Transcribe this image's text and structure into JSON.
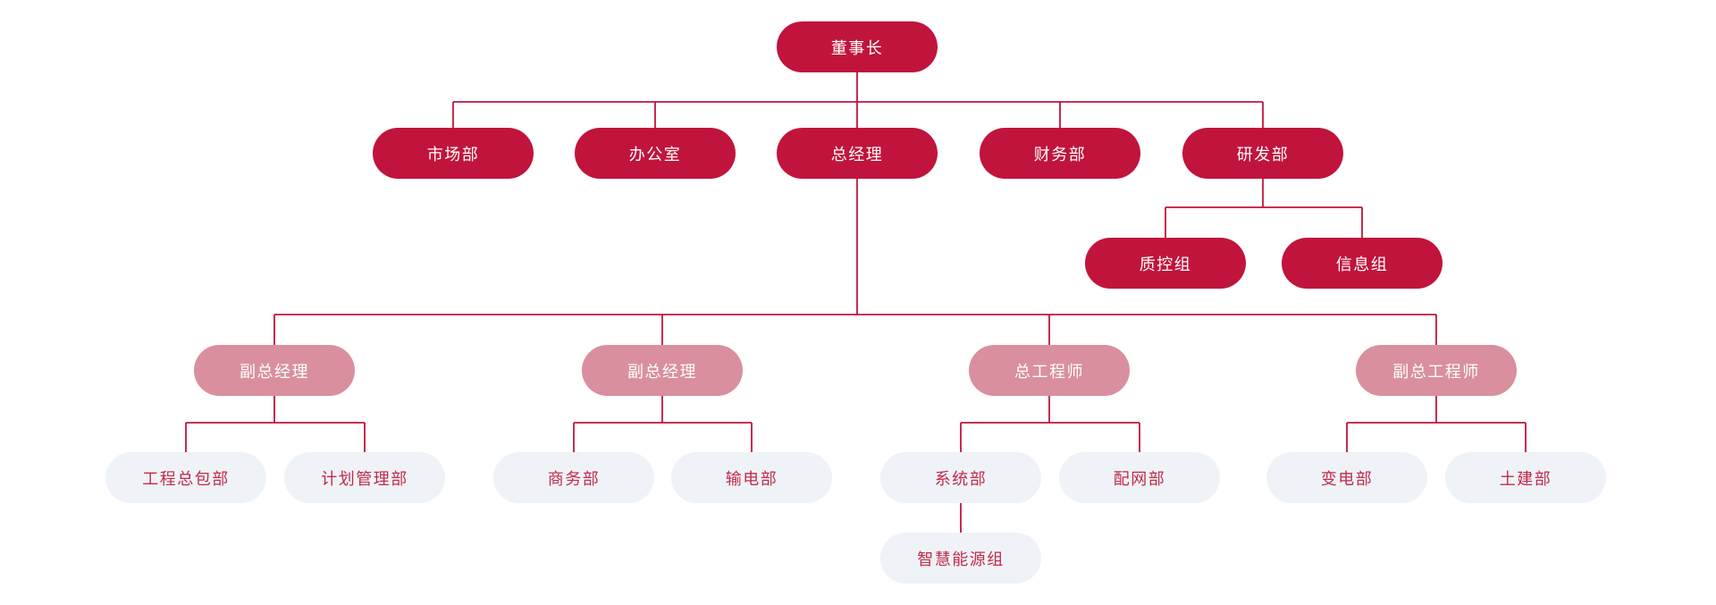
{
  "colors": {
    "background": "#ffffff",
    "node_dark": "#c0143c",
    "node_pink": "#d98f9e",
    "node_light": "#eff3f7",
    "text_on_dark": "#ffffff",
    "text_on_pink": "#ffffff",
    "text_on_light": "#c22b49",
    "connector": "#c0143c"
  },
  "org_chart": {
    "nodes": [
      {
        "id": "chairman",
        "label": "董事长",
        "variant": "dark",
        "parent": null
      },
      {
        "id": "marketing-dept",
        "label": "市场部",
        "variant": "dark",
        "parent": "chairman"
      },
      {
        "id": "office",
        "label": "办公室",
        "variant": "dark",
        "parent": "chairman"
      },
      {
        "id": "general-manager",
        "label": "总经理",
        "variant": "dark",
        "parent": "chairman"
      },
      {
        "id": "finance-dept",
        "label": "财务部",
        "variant": "dark",
        "parent": "chairman"
      },
      {
        "id": "rnd-dept",
        "label": "研发部",
        "variant": "dark",
        "parent": "chairman"
      },
      {
        "id": "quality-control-group",
        "label": "质控组",
        "variant": "dark",
        "parent": "rnd-dept"
      },
      {
        "id": "information-group",
        "label": "信息组",
        "variant": "dark",
        "parent": "rnd-dept"
      },
      {
        "id": "deputy-gm-1",
        "label": "副总经理",
        "variant": "pink",
        "parent": "general-manager"
      },
      {
        "id": "deputy-gm-2",
        "label": "副总经理",
        "variant": "pink",
        "parent": "general-manager"
      },
      {
        "id": "chief-engineer",
        "label": "总工程师",
        "variant": "pink",
        "parent": "general-manager"
      },
      {
        "id": "deputy-chief-engineer",
        "label": "副总工程师",
        "variant": "pink",
        "parent": "general-manager"
      },
      {
        "id": "epc-dept",
        "label": "工程总包部",
        "variant": "light",
        "parent": "deputy-gm-1"
      },
      {
        "id": "planning-dept",
        "label": "计划管理部",
        "variant": "light",
        "parent": "deputy-gm-1"
      },
      {
        "id": "commerce-dept",
        "label": "商务部",
        "variant": "light",
        "parent": "deputy-gm-2"
      },
      {
        "id": "transmission-dept",
        "label": "输电部",
        "variant": "light",
        "parent": "deputy-gm-2"
      },
      {
        "id": "systems-dept",
        "label": "系统部",
        "variant": "light",
        "parent": "chief-engineer"
      },
      {
        "id": "distribution-dept",
        "label": "配网部",
        "variant": "light",
        "parent": "chief-engineer"
      },
      {
        "id": "substation-dept",
        "label": "变电部",
        "variant": "light",
        "parent": "deputy-chief-engineer"
      },
      {
        "id": "civil-dept",
        "label": "土建部",
        "variant": "light",
        "parent": "deputy-chief-engineer"
      },
      {
        "id": "smart-energy-group",
        "label": "智慧能源组",
        "variant": "light",
        "parent": "systems-dept"
      }
    ]
  }
}
